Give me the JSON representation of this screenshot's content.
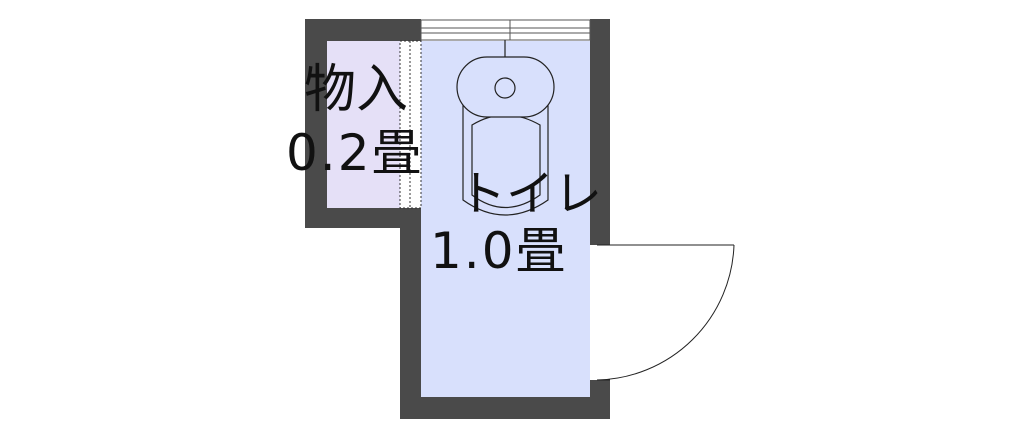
{
  "rooms": {
    "storage": {
      "name": "物入",
      "area": "0.2畳",
      "fill": "#e5e0f7"
    },
    "toilet": {
      "name": "トイレ",
      "area": "1.0畳",
      "fill": "#d8e0fc"
    }
  },
  "colors": {
    "wall": "#4a4a4a",
    "line": "#333333",
    "background": "#ffffff"
  },
  "fixtures": [
    "toilet-fixture-icon",
    "door-swing-arc",
    "window",
    "sliding-door"
  ]
}
